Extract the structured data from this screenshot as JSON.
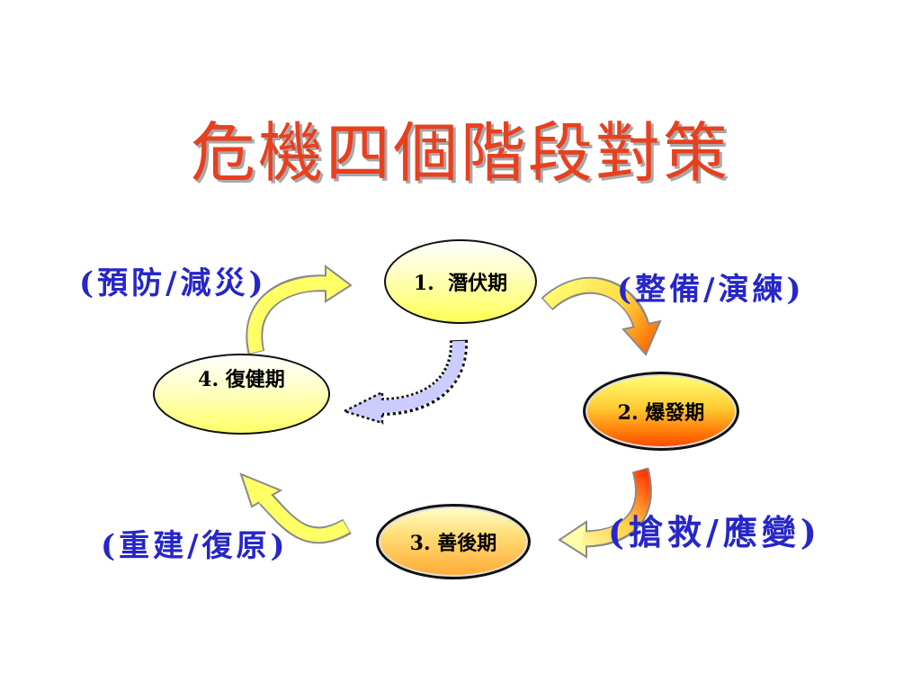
{
  "title": "危機四個階段對策",
  "stages": {
    "latent": "1.  潛伏期",
    "outbreak": "2. 爆發期",
    "aftermath": "3. 善後期",
    "recovery": "4. 復健期"
  },
  "strategies": {
    "prevention": "(預防/減災)",
    "preparedness": "(整備/演練)",
    "response": "(搶救/應變)",
    "reconstruction": "(重建/復原)"
  },
  "colors": {
    "title": "#e8401f",
    "strategy_text": "#2626c9",
    "arrow_yellow": "#ffff66",
    "arrow_orange": "#ff6600",
    "dotted_arrow": "#ccccff"
  }
}
